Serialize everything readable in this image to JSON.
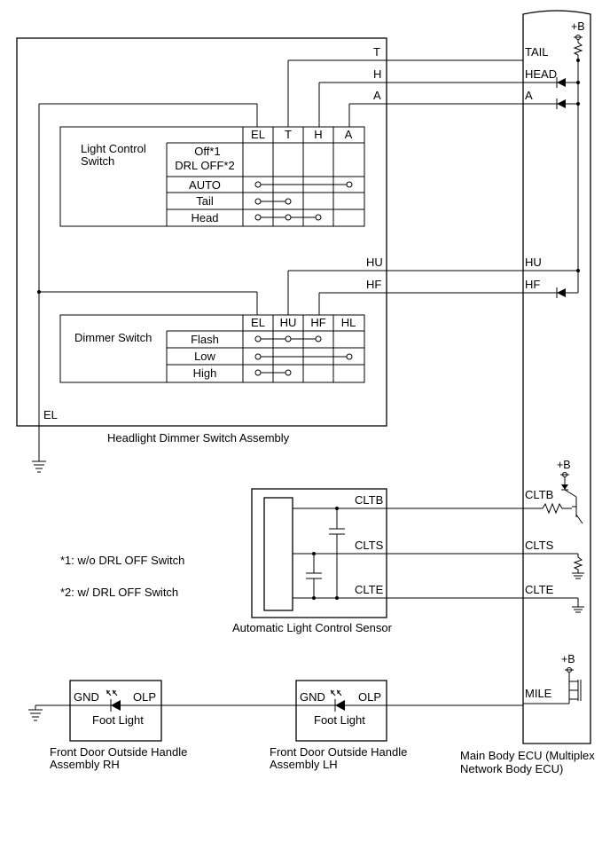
{
  "headlight_assembly": {
    "title": "Headlight Dimmer Switch Assembly",
    "el_label": "EL",
    "pin_t": "T",
    "pin_h": "H",
    "pin_a": "A",
    "pin_hu": "HU",
    "pin_hf": "HF",
    "light_control": {
      "title_line1": "Light Control",
      "title_line2": "Switch",
      "columns": [
        "EL",
        "T",
        "H",
        "A"
      ],
      "rows": [
        "Off*1",
        "DRL OFF*2",
        "AUTO",
        "Tail",
        "Head"
      ]
    },
    "dimmer": {
      "title": "Dimmer Switch",
      "columns": [
        "EL",
        "HU",
        "HF",
        "HL"
      ],
      "rows": [
        "Flash",
        "Low",
        "High"
      ]
    }
  },
  "ecu": {
    "title_line1": "Main Body ECU (Multiplex",
    "title_line2": "Network Body ECU)",
    "pins": {
      "tail": "TAIL",
      "head": "HEAD",
      "a": "A",
      "hu": "HU",
      "hf": "HF",
      "cltb": "CLTB",
      "clts": "CLTS",
      "clte": "CLTE",
      "mile": "MILE"
    },
    "supply": "+B"
  },
  "sensor": {
    "title": "Automatic Light Control Sensor",
    "pins": [
      "CLTB",
      "CLTS",
      "CLTE"
    ]
  },
  "notes": [
    "*1: w/o DRL OFF Switch",
    "*2: w/ DRL OFF Switch"
  ],
  "foot_light_rh": {
    "title_line1": "Front Door Outside Handle",
    "title_line2": "Assembly RH",
    "gnd": "GND",
    "olp": "OLP",
    "label": "Foot Light"
  },
  "foot_light_lh": {
    "title_line1": "Front Door Outside Handle",
    "title_line2": "Assembly LH",
    "gnd": "GND",
    "olp": "OLP",
    "label": "Foot Light"
  }
}
